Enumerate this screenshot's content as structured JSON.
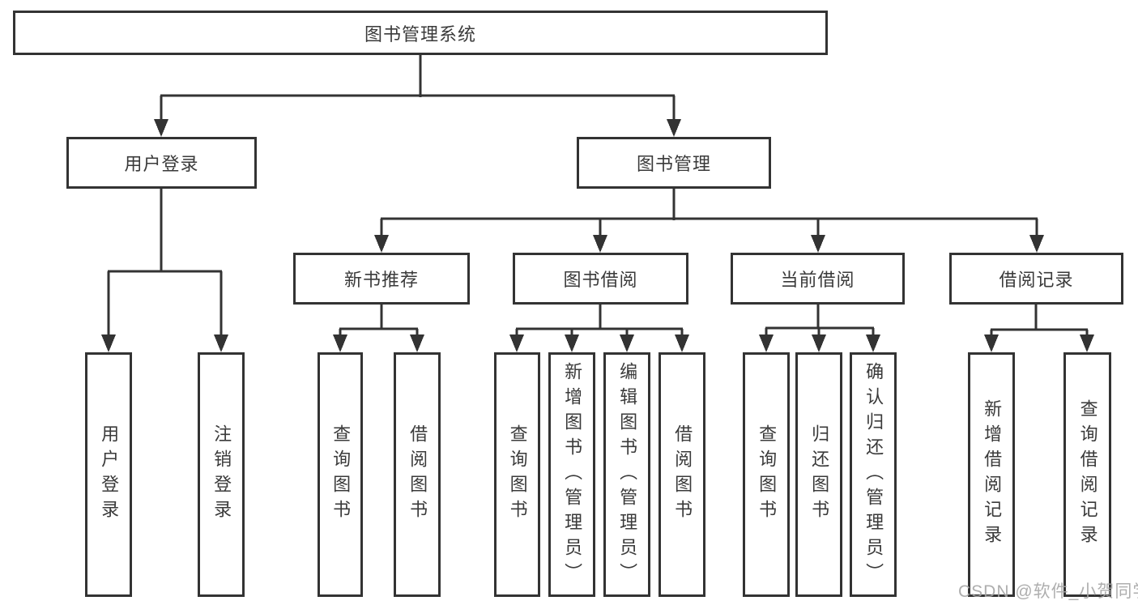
{
  "diagram": {
    "root_label": "图书管理系统",
    "level2": {
      "user_login_label": "用户登录",
      "book_mgmt_label": "图书管理"
    },
    "level3": {
      "new_book_label": "新书推荐",
      "book_borrow_label": "图书借阅",
      "current_borrow_label": "当前借阅",
      "borrow_records_label": "借阅记录"
    },
    "leaves": {
      "user_login": [
        "用户登录",
        "注销登录"
      ],
      "new_book": [
        "查询图书",
        "借阅图书"
      ],
      "book_borrow": [
        "查询图书",
        "新增图书（管理员）",
        "编辑图书（管理员）",
        "借阅图书"
      ],
      "current_borrow": [
        "查询图书",
        "归还图书",
        "确认归还（管理员）"
      ],
      "borrow_records": [
        "新增借阅记录",
        "查询借阅记录"
      ]
    },
    "watermark": "CSDN @软件_小贺同学",
    "colors": {
      "line": "#333333",
      "text": "#3a3a3a",
      "watermark": "#a5a5a5",
      "background": "#ffffff"
    }
  }
}
